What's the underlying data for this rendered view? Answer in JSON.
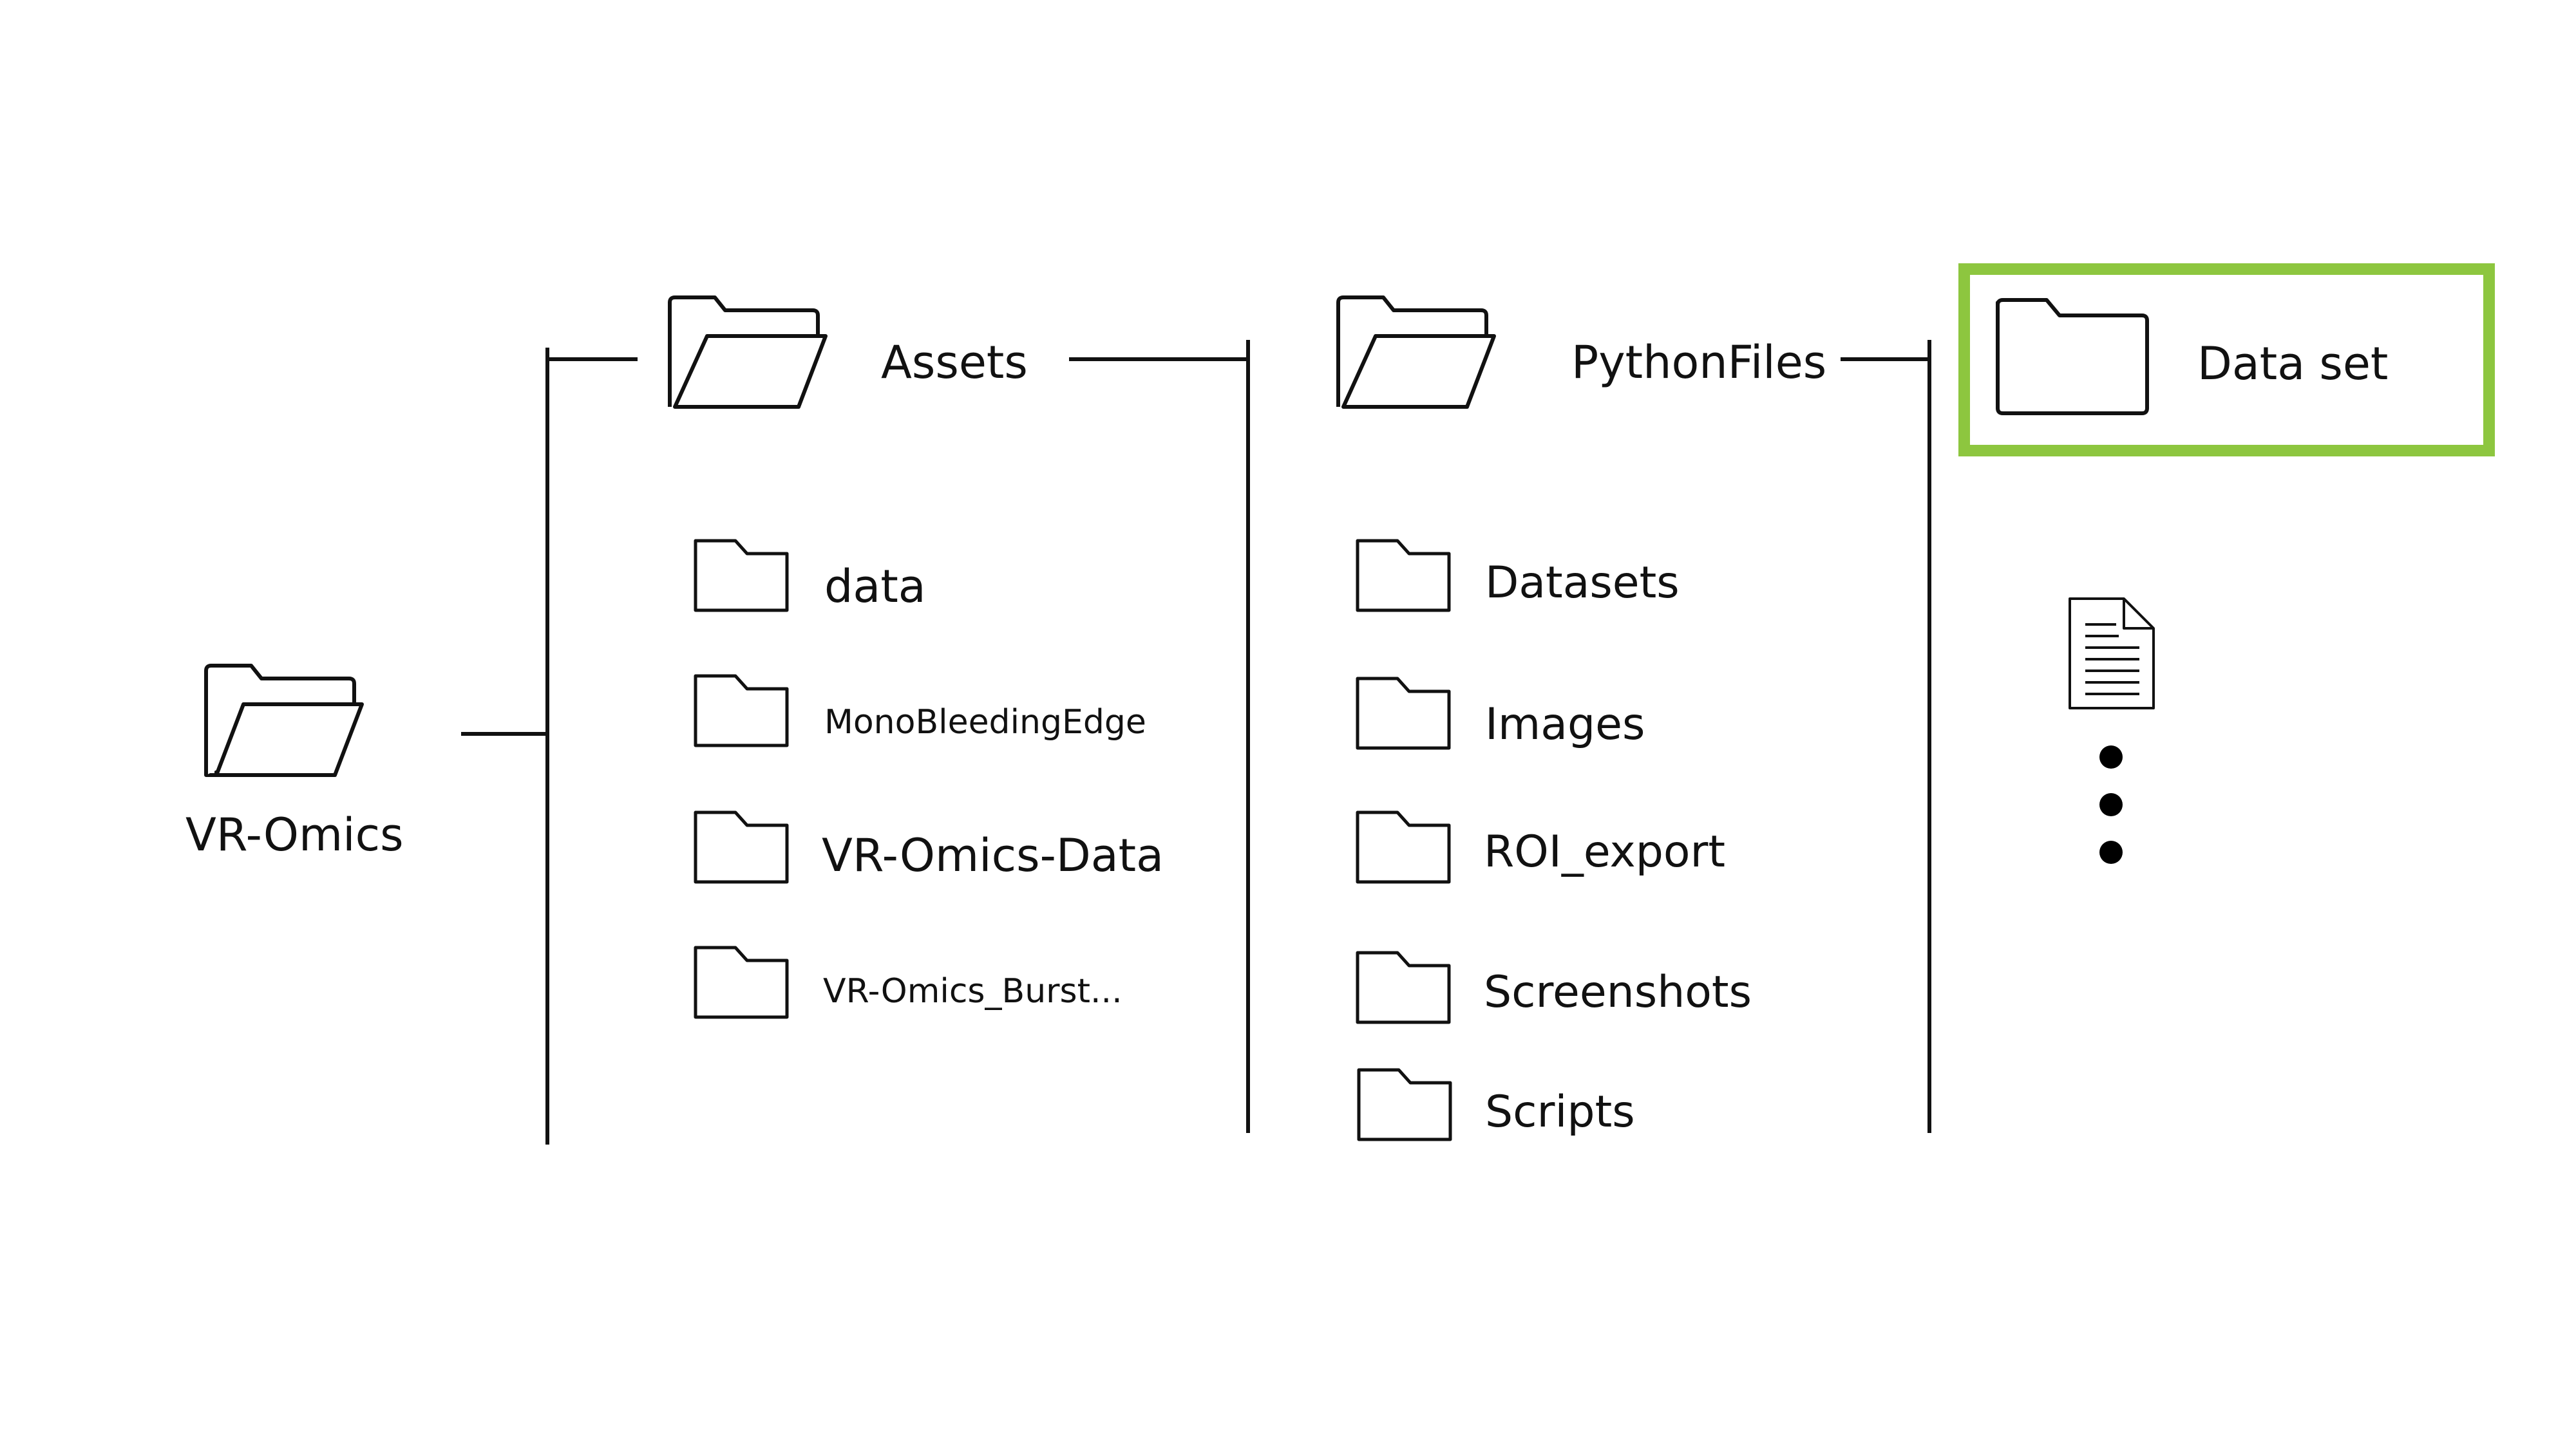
{
  "root": {
    "label": "VR-Omics",
    "icon": "open-folder-icon"
  },
  "assets": {
    "label": "Assets",
    "icon": "open-folder-icon",
    "children": [
      {
        "label": "data",
        "icon": "folder-icon"
      },
      {
        "label": "MonoBleedingEdge",
        "icon": "folder-icon"
      },
      {
        "label": "VR-Omics-Data",
        "icon": "folder-icon"
      },
      {
        "label": "VR-Omics_Burst...",
        "icon": "folder-icon"
      }
    ]
  },
  "python_files": {
    "label": "PythonFiles",
    "icon": "open-folder-icon",
    "children": [
      {
        "label": "Datasets",
        "icon": "folder-icon"
      },
      {
        "label": "Images",
        "icon": "folder-icon"
      },
      {
        "label": "ROI_export",
        "icon": "folder-icon"
      },
      {
        "label": "Screenshots",
        "icon": "folder-icon"
      },
      {
        "label": "Scripts",
        "icon": "folder-icon"
      }
    ]
  },
  "data_set": {
    "label": "Data set",
    "icon": "folder-icon",
    "highlight_color": "#8dc63f",
    "extra_icons": [
      "document-icon",
      "ellipsis-icon"
    ]
  },
  "colors": {
    "line": "#111111",
    "background": "#ffffff",
    "highlight": "#8dc63f"
  }
}
